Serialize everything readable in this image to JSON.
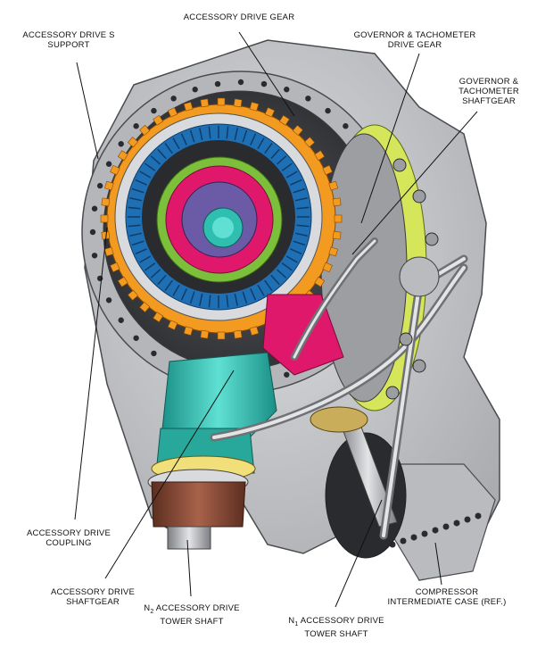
{
  "labels": {
    "accessory_drive_support": {
      "line1": "ACCESSORY DRIVE S",
      "line2": "SUPPORT"
    },
    "accessory_drive_gear": {
      "line1": "ACCESSORY DRIVE GEAR"
    },
    "governor_tach_drive_gear": {
      "line1": "GOVERNOR & TACHOMETER",
      "line2": "DRIVE GEAR"
    },
    "governor_tach_shaftgear": {
      "line1": "GOVERNOR &",
      "line2": "TACHOMETER",
      "line3": "SHAFTGEAR"
    },
    "accessory_drive_coupling": {
      "line1": "ACCESSORY DRIVE",
      "line2": "COUPLING"
    },
    "accessory_drive_shaftgear": {
      "line1": "ACCESSORY DRIVE",
      "line2": "SHAFTGEAR"
    },
    "n2_tower_shaft": {
      "prefix": "N",
      "subscript": "2",
      "line1": " ACCESSORY DRIVE",
      "line2": "TOWER SHAFT"
    },
    "n1_tower_shaft": {
      "prefix": "N",
      "subscript": "1",
      "line1": " ACCESSORY DRIVE",
      "line2": "TOWER SHAFT"
    },
    "compressor_case": {
      "line1": "COMPRESSOR",
      "line2": "INTERMEDIATE CASE (REF.)"
    }
  },
  "colors": {
    "housing": "#c8c9cb",
    "housing_dark": "#8e9093",
    "orange_gear": "#f39a21",
    "blue_gear": "#1f6fb5",
    "green_ring": "#7cbf3a",
    "magenta_gear": "#e0186c",
    "purple_hub": "#6b5aa6",
    "teal": "#2fbfb0",
    "yellow_green": "#d6e65a",
    "brown": "#8a4a36"
  }
}
